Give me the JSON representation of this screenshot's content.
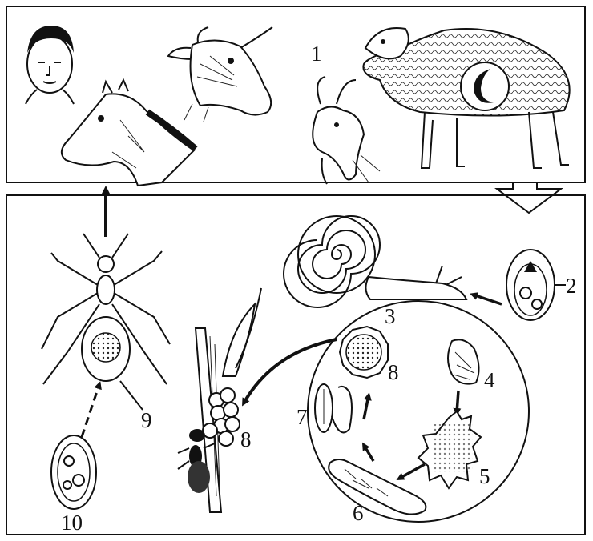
{
  "labels": {
    "n1": "1",
    "n2": "2",
    "n3": "3",
    "n4": "4",
    "n5": "5",
    "n6": "6",
    "n7": "7",
    "n8a": "8",
    "n8b": "8",
    "n9": "9",
    "n10": "10"
  },
  "colors": {
    "ink": "#111111",
    "background": "#ffffff"
  },
  "icons": [
    "human-head-icon",
    "cow-head-icon",
    "horse-head-icon",
    "goat-head-icon",
    "sheep-icon",
    "ant-icon",
    "snail-icon",
    "egg-icon",
    "grass-stalk-icon"
  ]
}
